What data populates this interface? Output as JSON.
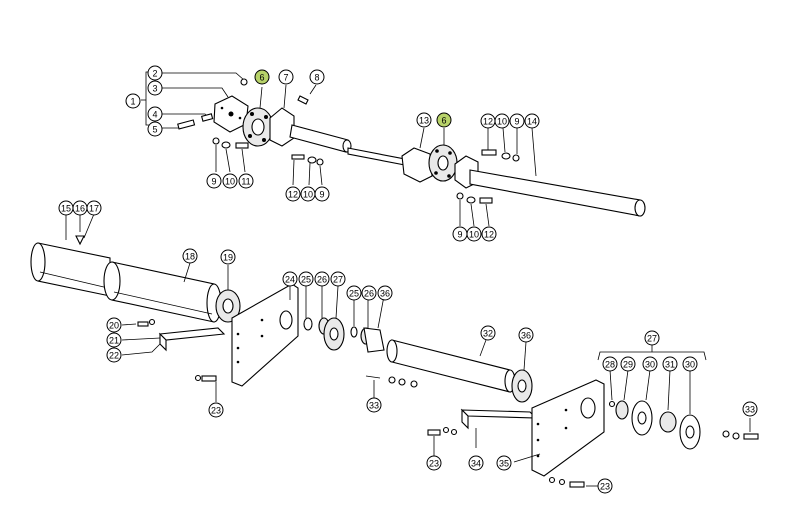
{
  "diagram": {
    "highlight_color": "#b8d36a",
    "callouts": [
      {
        "id": "c-1",
        "label": "1"
      },
      {
        "id": "c-2",
        "label": "2"
      },
      {
        "id": "c-3",
        "label": "3"
      },
      {
        "id": "c-4",
        "label": "4"
      },
      {
        "id": "c-5",
        "label": "5"
      },
      {
        "id": "c-6a",
        "label": "6",
        "highlight": true
      },
      {
        "id": "c-7",
        "label": "7"
      },
      {
        "id": "c-8",
        "label": "8"
      },
      {
        "id": "c-9a",
        "label": "9"
      },
      {
        "id": "c-10a",
        "label": "10"
      },
      {
        "id": "c-11",
        "label": "11"
      },
      {
        "id": "c-12a",
        "label": "12"
      },
      {
        "id": "c-10b",
        "label": "10"
      },
      {
        "id": "c-9b",
        "label": "9"
      },
      {
        "id": "c-13",
        "label": "13"
      },
      {
        "id": "c-6b",
        "label": "6",
        "highlight": true
      },
      {
        "id": "c-12b",
        "label": "12"
      },
      {
        "id": "c-10c",
        "label": "10"
      },
      {
        "id": "c-9c",
        "label": "9"
      },
      {
        "id": "c-14",
        "label": "14"
      },
      {
        "id": "c-9d",
        "label": "9"
      },
      {
        "id": "c-10d",
        "label": "10"
      },
      {
        "id": "c-12c",
        "label": "12"
      },
      {
        "id": "c-15",
        "label": "15"
      },
      {
        "id": "c-16",
        "label": "16"
      },
      {
        "id": "c-17",
        "label": "17"
      },
      {
        "id": "c-18",
        "label": "18"
      },
      {
        "id": "c-19",
        "label": "19"
      },
      {
        "id": "c-20",
        "label": "20"
      },
      {
        "id": "c-21",
        "label": "21"
      },
      {
        "id": "c-22",
        "label": "22"
      },
      {
        "id": "c-23a",
        "label": "23"
      },
      {
        "id": "c-24",
        "label": "24"
      },
      {
        "id": "c-25a",
        "label": "25"
      },
      {
        "id": "c-26a",
        "label": "26"
      },
      {
        "id": "c-27a",
        "label": "27"
      },
      {
        "id": "c-25b",
        "label": "25"
      },
      {
        "id": "c-26b",
        "label": "26"
      },
      {
        "id": "c-36a",
        "label": "36"
      },
      {
        "id": "c-33a",
        "label": "33"
      },
      {
        "id": "c-32",
        "label": "32"
      },
      {
        "id": "c-36b",
        "label": "36"
      },
      {
        "id": "c-27b",
        "label": "27"
      },
      {
        "id": "c-28",
        "label": "28"
      },
      {
        "id": "c-29",
        "label": "29"
      },
      {
        "id": "c-30a",
        "label": "30"
      },
      {
        "id": "c-31",
        "label": "31"
      },
      {
        "id": "c-30b",
        "label": "30"
      },
      {
        "id": "c-33b",
        "label": "33"
      },
      {
        "id": "c-23b",
        "label": "23"
      },
      {
        "id": "c-34",
        "label": "34"
      },
      {
        "id": "c-35",
        "label": "35"
      },
      {
        "id": "c-23c",
        "label": "23"
      }
    ]
  }
}
